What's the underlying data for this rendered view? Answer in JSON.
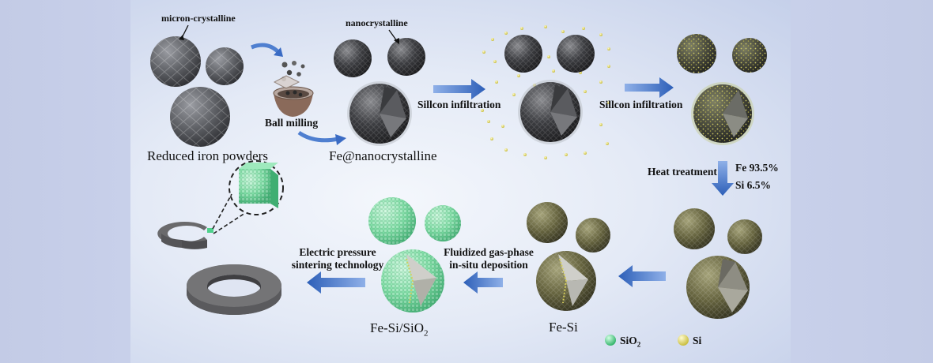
{
  "labels": {
    "micron_crystalline": "micron-crystalline",
    "nanocrystalline": "nanocrystalline",
    "ball_milling": "Ball milling",
    "reduced_iron_powders": "Reduced iron powders",
    "fe_nanocrystalline": "Fe@nanocrystalline",
    "silicon_infiltration_1": "Sillcon infiltration",
    "silicon_infiltration_2": "Sillcon infiltration",
    "heat_treatment": "Heat treatment",
    "fe_percent": "Fe 93.5%",
    "si_percent": "Si 6.5%",
    "fluidized_line1": "Fluidized gas-phase",
    "fluidized_line2": "in-situ deposition",
    "electric_line1": "Electric pressure",
    "electric_line2": "sintering technology",
    "fe_si": "Fe-Si",
    "fe_si_sio2_main": "Fe-Si/SiO",
    "fe_si_sio2_sub": "2",
    "legend_sio2_main": "SiO",
    "legend_sio2_sub": "2",
    "legend_si": "Si"
  },
  "colors": {
    "iron_gray": "#5a5c60",
    "nano_dark": "#3a3b3e",
    "fe_si_olive": "#6b6a45",
    "sio2_green": "#7fe0a8",
    "si_yellow": "#e8e07a",
    "arrow_blue": "#3f6fc4",
    "ring_gray": "#6e6e70"
  }
}
